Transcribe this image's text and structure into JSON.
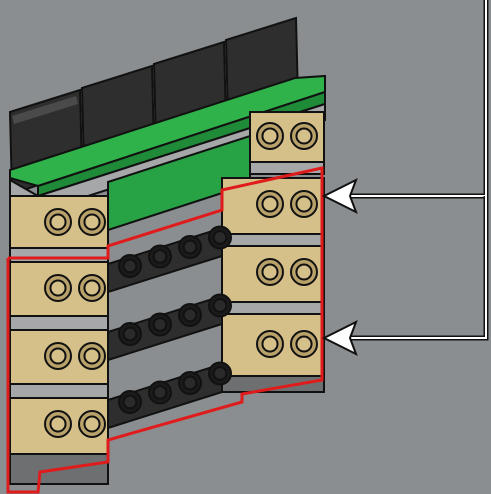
{
  "diagram": {
    "kind": "brick-building-instruction-step",
    "background_color": "#8a8e90",
    "colors": {
      "tile_dark": "#2e2e2e",
      "plate_green": "#2fb24a",
      "panel_green": "#27a244",
      "brick_tan": "#d6c08a",
      "brick_tan_shadow": "#b9a16a",
      "plate_gray": "#a5a7a9",
      "plate_gray_dark": "#6d6f71",
      "stud_black": "#1b1b1b",
      "highlight_red": "#e01b1b",
      "arrow_white": "#ffffff",
      "outline": "#111111"
    },
    "parts": {
      "top_tiles": 4,
      "green_plate": 1,
      "tan_brick_columns": 2,
      "tan_brick_rows": 4,
      "dark_plates_with_studs": 3,
      "studs_per_dark_plate": 4,
      "highlighted_assembly": "red outline",
      "callout_arrows": 2
    },
    "icons": [
      "arrow-left-icon",
      "arrow-left-icon"
    ]
  }
}
